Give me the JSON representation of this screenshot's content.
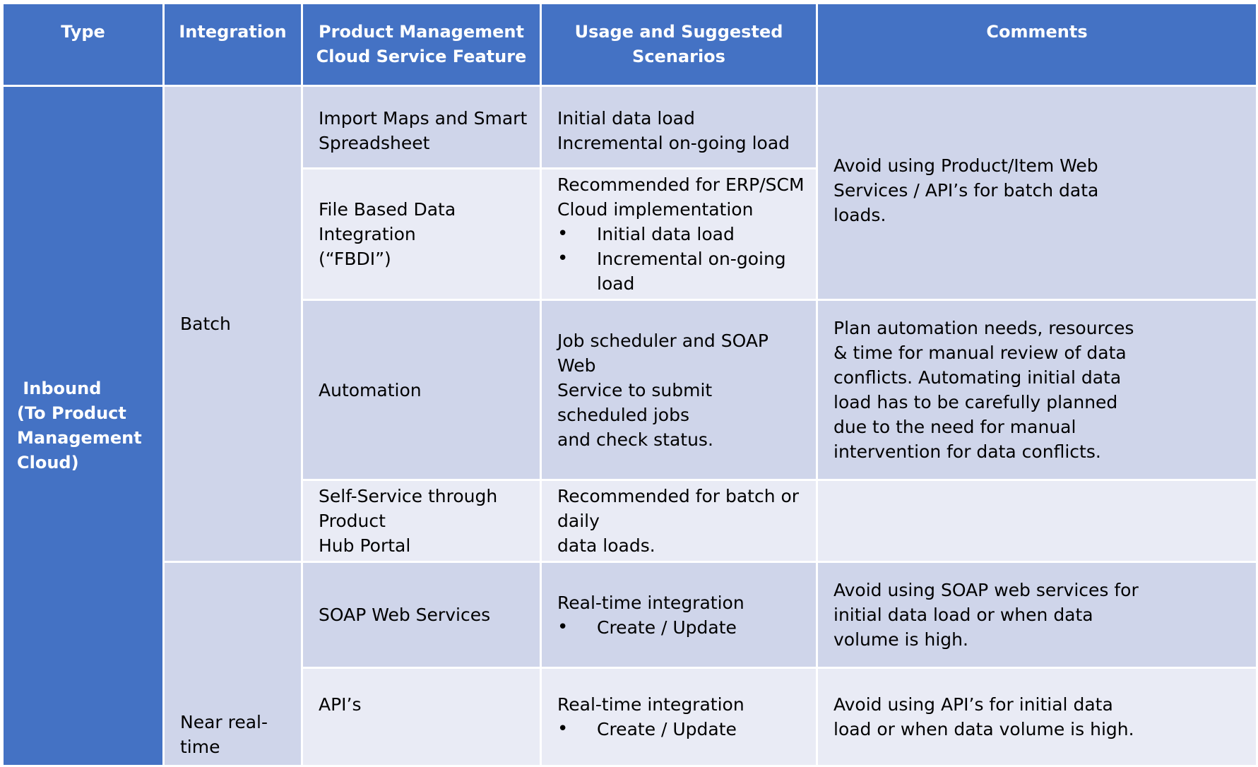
{
  "headers": [
    "Type",
    "Integration",
    "Product Management\nCloud Service Feature",
    "Usage and Suggested Scenarios",
    "Comments"
  ],
  "type": {
    "lines": [
      " Inbound",
      "(To Product",
      "Management",
      "Cloud)"
    ]
  },
  "integration": {
    "batch": "Batch",
    "near_real_time": "Near real-time"
  },
  "rows": [
    {
      "feature": [
        "Import Maps and Smart",
        "Spreadsheet"
      ],
      "usage_lines": [
        "Initial data load",
        "Incremental on-going load"
      ],
      "usage_bullets": []
    },
    {
      "feature": [
        "File Based Data Integration",
        "(“FBDI”)"
      ],
      "usage_lines": [
        "Recommended for ERP/SCM",
        "Cloud implementation"
      ],
      "usage_bullets": [
        "Initial data load",
        "Incremental on-going load"
      ]
    },
    {
      "feature": [
        "Automation"
      ],
      "usage_lines": [
        "Job scheduler and SOAP Web",
        "Service to submit scheduled jobs",
        "and check status."
      ],
      "usage_bullets": []
    },
    {
      "feature": [
        "Self-Service through Product",
        "Hub Portal"
      ],
      "usage_lines": [
        "Recommended for batch or daily",
        "data loads."
      ],
      "usage_bullets": []
    },
    {
      "feature": [
        "SOAP Web Services"
      ],
      "usage_lines": [
        "Real-time integration"
      ],
      "usage_bullets": [
        "Create / Update"
      ]
    },
    {
      "feature": [
        "API’s"
      ],
      "usage_lines": [
        "Real-time integration"
      ],
      "usage_bullets": [
        "Create / Update"
      ]
    }
  ],
  "comments": {
    "batch_import": [
      "Avoid using Product/Item Web",
      "Services / API’s for batch data",
      "loads."
    ],
    "automation": [
      "Plan automation needs, resources",
      "& time for manual review of data",
      "conflicts. Automating initial data",
      "load has to be carefully planned",
      "due to the need for manual",
      "intervention for data conflicts."
    ],
    "self_service": "",
    "soap": [
      "Avoid using SOAP web services for",
      "initial data load or when data",
      "volume is high."
    ],
    "apis": [
      "Avoid using API’s for initial data",
      "load or when data volume is high."
    ]
  },
  "colors": {
    "header_bg": "#4472c4",
    "row_dark": "#cfd5ea",
    "row_light": "#e9ebf5",
    "border": "#ffffff"
  }
}
